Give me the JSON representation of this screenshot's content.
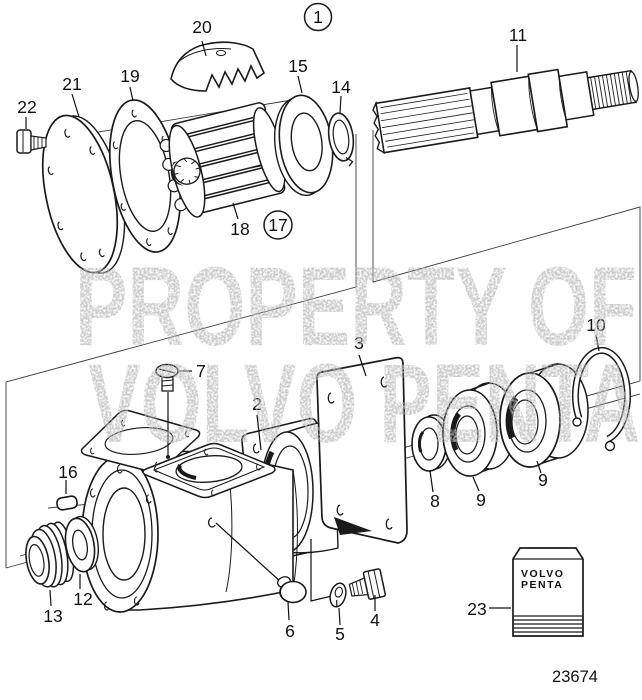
{
  "watermark": {
    "line1": "PROPERTY OF",
    "line2": "VOLVO PENTA"
  },
  "figure_number": "23674",
  "kit_label": {
    "line1": "VOLVO",
    "line2": "PENTA"
  },
  "callouts": {
    "c1": "1",
    "c2": "2",
    "c3": "3",
    "c4": "4",
    "c5": "5",
    "c6": "6",
    "c7": "7",
    "c8": "8",
    "c9a": "9",
    "c9b": "9",
    "c10": "10",
    "c11": "11",
    "c12": "12",
    "c13": "13",
    "c14": "14",
    "c15": "15",
    "c16": "16",
    "c17": "17",
    "c18": "18",
    "c19": "19",
    "c20": "20",
    "c21": "21",
    "c22": "22",
    "c23": "23"
  }
}
